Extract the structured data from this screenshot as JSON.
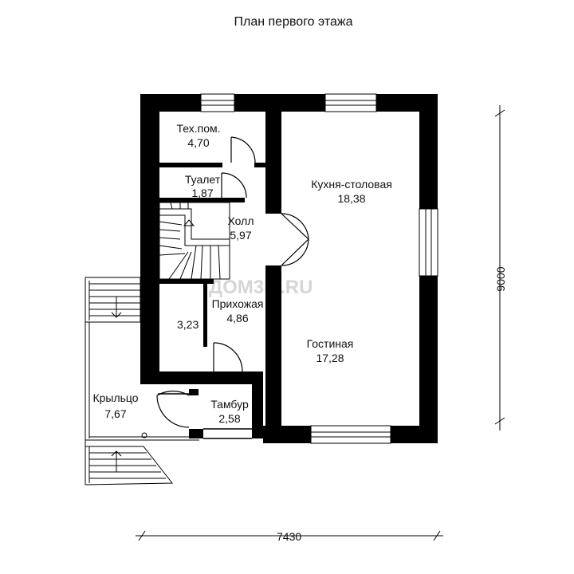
{
  "title": "План первого этажа",
  "watermark": "ДОМ3М.RU",
  "dimensions": {
    "width": "7430",
    "height": "9000",
    "hall_width": "3,23"
  },
  "rooms": [
    {
      "name": "Тех.пом.",
      "area": "4,70"
    },
    {
      "name": "Туалет",
      "area": "1,87"
    },
    {
      "name": "Холл",
      "area": "5,97"
    },
    {
      "name": "Прихожая",
      "area": "4,86"
    },
    {
      "name": "Тамбур",
      "area": "2,58"
    },
    {
      "name": "Крыльцо",
      "area": "7,67"
    },
    {
      "name": "Кухня-столовая",
      "area": "18,38"
    },
    {
      "name": "Гостиная",
      "area": "17,28"
    }
  ]
}
